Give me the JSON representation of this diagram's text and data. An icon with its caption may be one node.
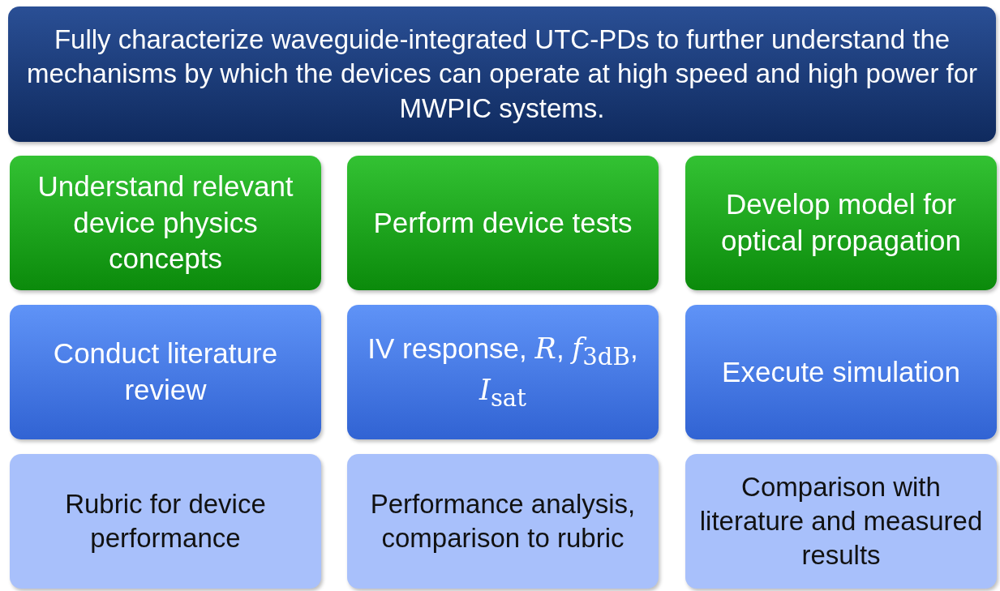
{
  "diagram": {
    "nodes": [
      {
        "text": [
          "Fully characterize waveguide-integrated UTC-PDs to further understand the mechanisms by which the devices can operate at high speed and high power for MWPIC systems."
        ]
      },
      {
        "text": [
          "Understand relevant device physics concepts"
        ]
      },
      {
        "text": [
          "Perform device tests"
        ]
      },
      {
        "text": [
          "Develop model for optical propagation"
        ]
      },
      {
        "text": [
          "Conduct literature review"
        ]
      },
      {
        "text": [
          "IV response, *R*, *f*$_{3dB}$, *I*$_{sat}$"
        ]
      },
      {
        "text": [
          "Execute simulation"
        ]
      },
      {
        "text": [
          "Rubric for device performance"
        ]
      },
      {
        "text": [
          "Performance analysis, comparison to rubric"
        ]
      },
      {
        "text": [
          "Comparison with literature and measured results"
        ]
      }
    ]
  }
}
